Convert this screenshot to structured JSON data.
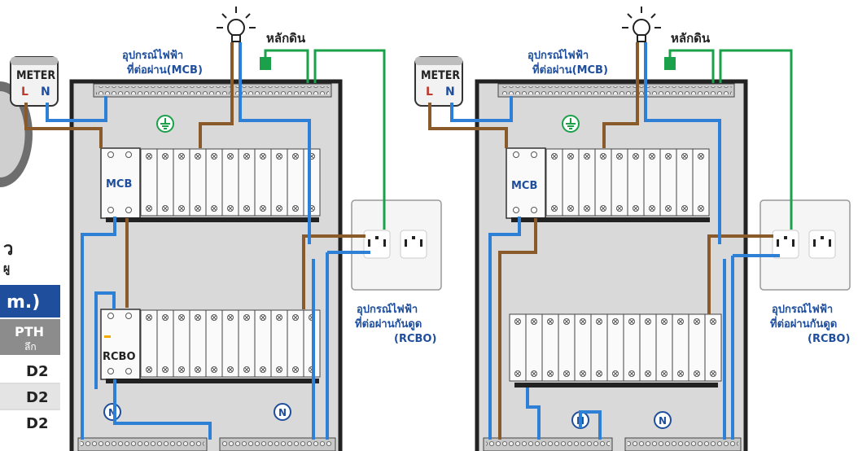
{
  "labels": {
    "meter": "METER",
    "meter_l": "L",
    "meter_n": "N",
    "mcb": "MCB",
    "rcbo": "RCBO",
    "ground": "หลักดิน",
    "mcb_device_line1": "อุปกรณ์ไฟฟ้า",
    "mcb_device_line2": "ที่ต่อผ่าน(MCB)",
    "rcbo_device_line1": "อุปกรณ์ไฟฟ้า",
    "rcbo_device_line2": "ที่ต่อผ่านกันดูด",
    "rcbo_device_line3": "(RCBO)",
    "neutral": "N"
  },
  "left_fragment": {
    "char1": "ว",
    "char2": "ผู",
    "header": "m.)",
    "sub1": "PTH",
    "sub2": "ลึก",
    "rows": [
      "D2",
      "D2",
      "D2"
    ]
  },
  "colors": {
    "live_wire": "#8b5a2b",
    "neutral_wire": "#2e7fd6",
    "earth_wire": "#1aa14a",
    "panel_bg": "#d9d9d9",
    "panel_border": "#222222",
    "label_blue": "#1f4e9c"
  }
}
